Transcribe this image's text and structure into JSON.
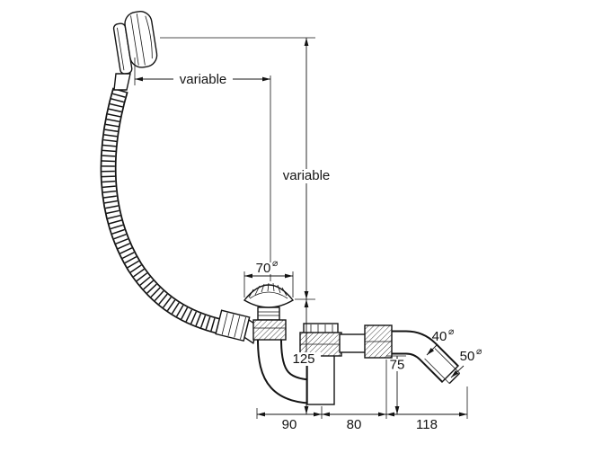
{
  "diagram": {
    "background": "#ffffff",
    "line_color": "#141414",
    "labels": {
      "variable_horizontal": "variable",
      "variable_vertical": "variable",
      "diameter_symbol": "⌀",
      "flange_diameter": "70",
      "height_below_flange": "125",
      "outlet_height": "75",
      "span_drain_to_trap": "90",
      "span_trap_to_elbow": "80",
      "outlet_length": "118",
      "pipe_inner_diameter": "40",
      "pipe_outer_diameter": "50"
    }
  }
}
